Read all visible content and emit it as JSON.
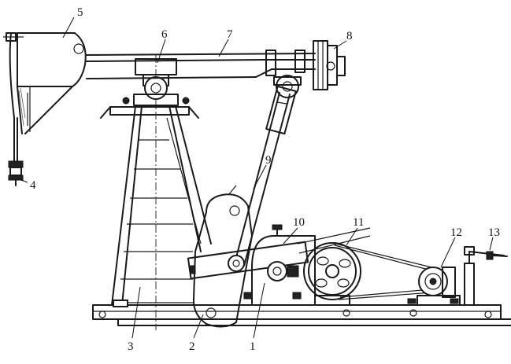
{
  "labels": [
    {
      "id": "1",
      "text": "1"
    },
    {
      "id": "2",
      "text": "2"
    },
    {
      "id": "3",
      "text": "3"
    },
    {
      "id": "4",
      "text": "4"
    },
    {
      "id": "5",
      "text": "5"
    },
    {
      "id": "6",
      "text": "6"
    },
    {
      "id": "7",
      "text": "7"
    },
    {
      "id": "8",
      "text": "8"
    },
    {
      "id": "9",
      "text": "9"
    },
    {
      "id": "10",
      "text": "10"
    },
    {
      "id": "11",
      "text": "11"
    },
    {
      "id": "12",
      "text": "12"
    },
    {
      "id": "13",
      "text": "13"
    }
  ],
  "colors": {
    "ink": "#1a1a1a",
    "paper": "#ffffff"
  }
}
